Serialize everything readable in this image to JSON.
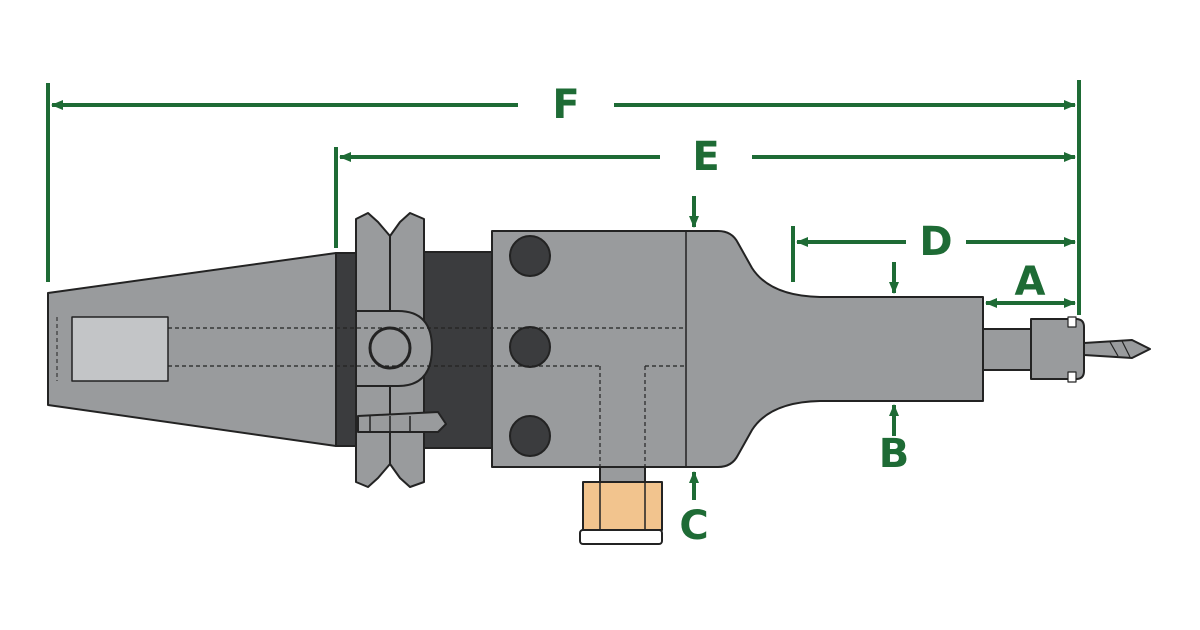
{
  "colors": {
    "dimension": "#1e6b35",
    "body": "#999b9d",
    "dark": "#3b3c3e",
    "outline": "#232323",
    "bore": "#c3c5c7",
    "nut": "#f2c48e",
    "white": "#ffffff"
  },
  "dimensions": {
    "A": "A",
    "B": "B",
    "C": "C",
    "D": "D",
    "E": "E",
    "F": "F"
  }
}
